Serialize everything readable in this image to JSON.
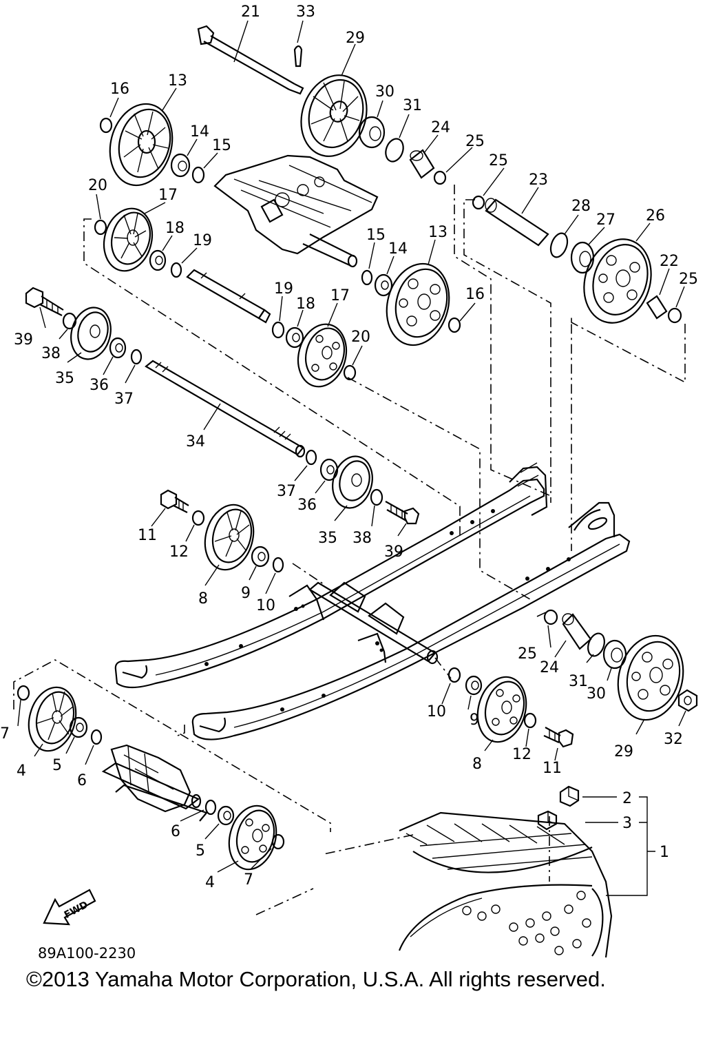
{
  "diagram": {
    "code": "89A100-2230",
    "copyright": "©2013 Yamaha Motor Corporation, U.S.A. All rights reserved.",
    "fwd_label": "FWD",
    "labels": {
      "l21": "21",
      "l33": "33",
      "l29a": "29",
      "l30a": "30",
      "l31a": "31",
      "l24a": "24",
      "l25a": "25",
      "l25b": "25",
      "l23": "23",
      "l28": "28",
      "l27": "27",
      "l26": "26",
      "l22": "22",
      "l25c": "25",
      "l16a": "16",
      "l13a": "13",
      "l14a": "14",
      "l15a": "15",
      "l20a": "20",
      "l17a": "17",
      "l18a": "18",
      "l19a": "19",
      "l15b": "15",
      "l14b": "14",
      "l13b": "13",
      "l16b": "16",
      "l19b": "19",
      "l18b": "18",
      "l17b": "17",
      "l20b": "20",
      "l39a": "39",
      "l38a": "38",
      "l35a": "35",
      "l36a": "36",
      "l37a": "37",
      "l34": "34",
      "l37b": "37",
      "l36b": "36",
      "l35b": "35",
      "l38b": "38",
      "l39b": "39",
      "l11a": "11",
      "l12a": "12",
      "l8a": "8",
      "l9a": "9",
      "l10a": "10",
      "l25d": "25",
      "l24b": "24",
      "l31b": "31",
      "l30b": "30",
      "l29b": "29",
      "l32": "32",
      "l10b": "10",
      "l9b": "9",
      "l8b": "8",
      "l12b": "12",
      "l11b": "11",
      "l7a": "7",
      "l4a": "4",
      "l5a": "5",
      "l6a": "6",
      "l6b": "6",
      "l5b": "5",
      "l4b": "4",
      "l7b": "7",
      "l2": "2",
      "l3": "3",
      "l1": "1"
    }
  }
}
